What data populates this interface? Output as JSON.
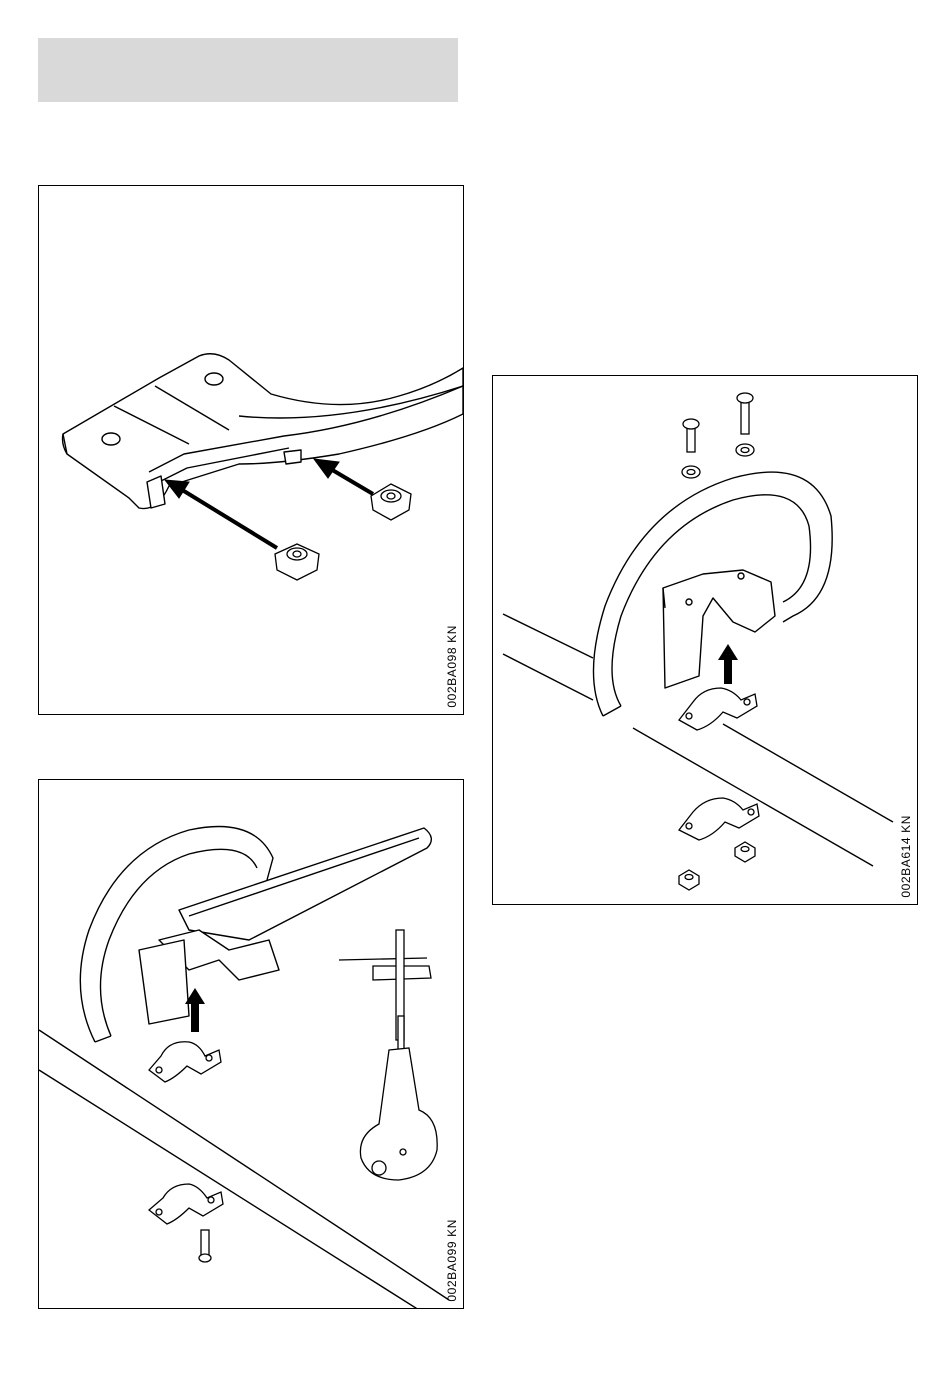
{
  "figures": [
    {
      "id": "fig1",
      "code": "002BA098 KN",
      "content": "Handle bracket with two square nuts, arrows showing insertion into slots"
    },
    {
      "id": "fig2",
      "code": "002BA099 KN",
      "content": "Loop handle and clamps on drive tube, clamp and screw below, shoulder harness hanger"
    },
    {
      "id": "fig3",
      "code": "002BA614 KN",
      "content": "Loop handle clamped to drive tube with two screws and washers, clamp halves and square nuts"
    }
  ],
  "colors": {
    "header_band": "#d9d9d9",
    "line": "#000000"
  }
}
